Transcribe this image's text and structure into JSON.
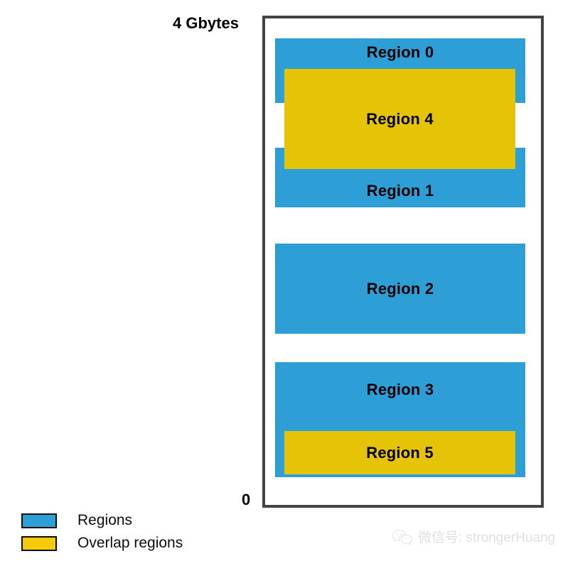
{
  "diagram": {
    "title_top_label": "4 Gbytes",
    "title_bottom_label": "0",
    "frame_border_color": "#434343",
    "regions": [
      {
        "id": "region-0",
        "label": "Region 0",
        "kind": "region",
        "color": "#2e9fd6"
      },
      {
        "id": "region-1",
        "label": "Region 1",
        "kind": "region",
        "color": "#2e9fd6"
      },
      {
        "id": "region-2",
        "label": "Region 2",
        "kind": "region",
        "color": "#2e9fd6"
      },
      {
        "id": "region-3",
        "label": "Region 3",
        "kind": "region",
        "color": "#2e9fd6"
      },
      {
        "id": "region-4",
        "label": "Region 4",
        "kind": "overlap",
        "color": "#e5c307"
      },
      {
        "id": "region-5",
        "label": "Region 5",
        "kind": "overlap",
        "color": "#e5c307"
      }
    ]
  },
  "legend": {
    "items": [
      {
        "label": "Regions",
        "color": "#2e9fd6",
        "swatch": "blue-swatch"
      },
      {
        "label": "Overlap regions",
        "color": "#f5ca0a",
        "swatch": "yellow-swatch"
      }
    ]
  },
  "watermark": {
    "icon": "wechat-icon",
    "text": "微信号: strongerHuang",
    "color": "#b9b9b9"
  }
}
